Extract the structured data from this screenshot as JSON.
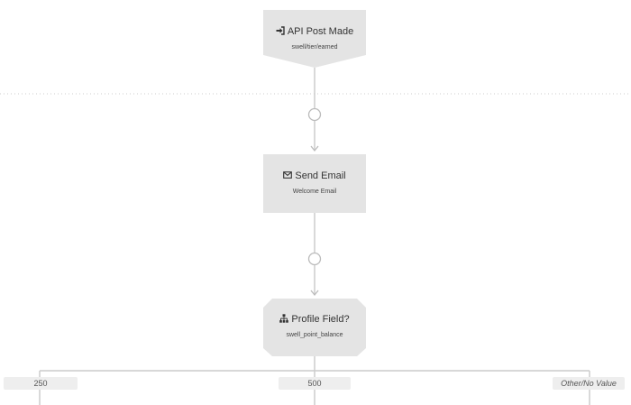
{
  "nodes": {
    "trigger": {
      "title": "API Post Made",
      "subtitle": "swell/tier/earned",
      "icon": "sign-in-icon"
    },
    "email": {
      "title": "Send Email",
      "subtitle": "Welcome Email",
      "icon": "envelope-icon"
    },
    "condition": {
      "title": "Profile Field?",
      "subtitle": "swell_point_balance",
      "icon": "sitemap-icon"
    }
  },
  "branches": [
    {
      "label": "250"
    },
    {
      "label": "500"
    },
    {
      "label": "Other/No Value"
    }
  ],
  "colors": {
    "node_fill": "#e4e4e4",
    "connector": "#cccccc",
    "text": "#333333",
    "label_bg": "#eeeeee"
  }
}
